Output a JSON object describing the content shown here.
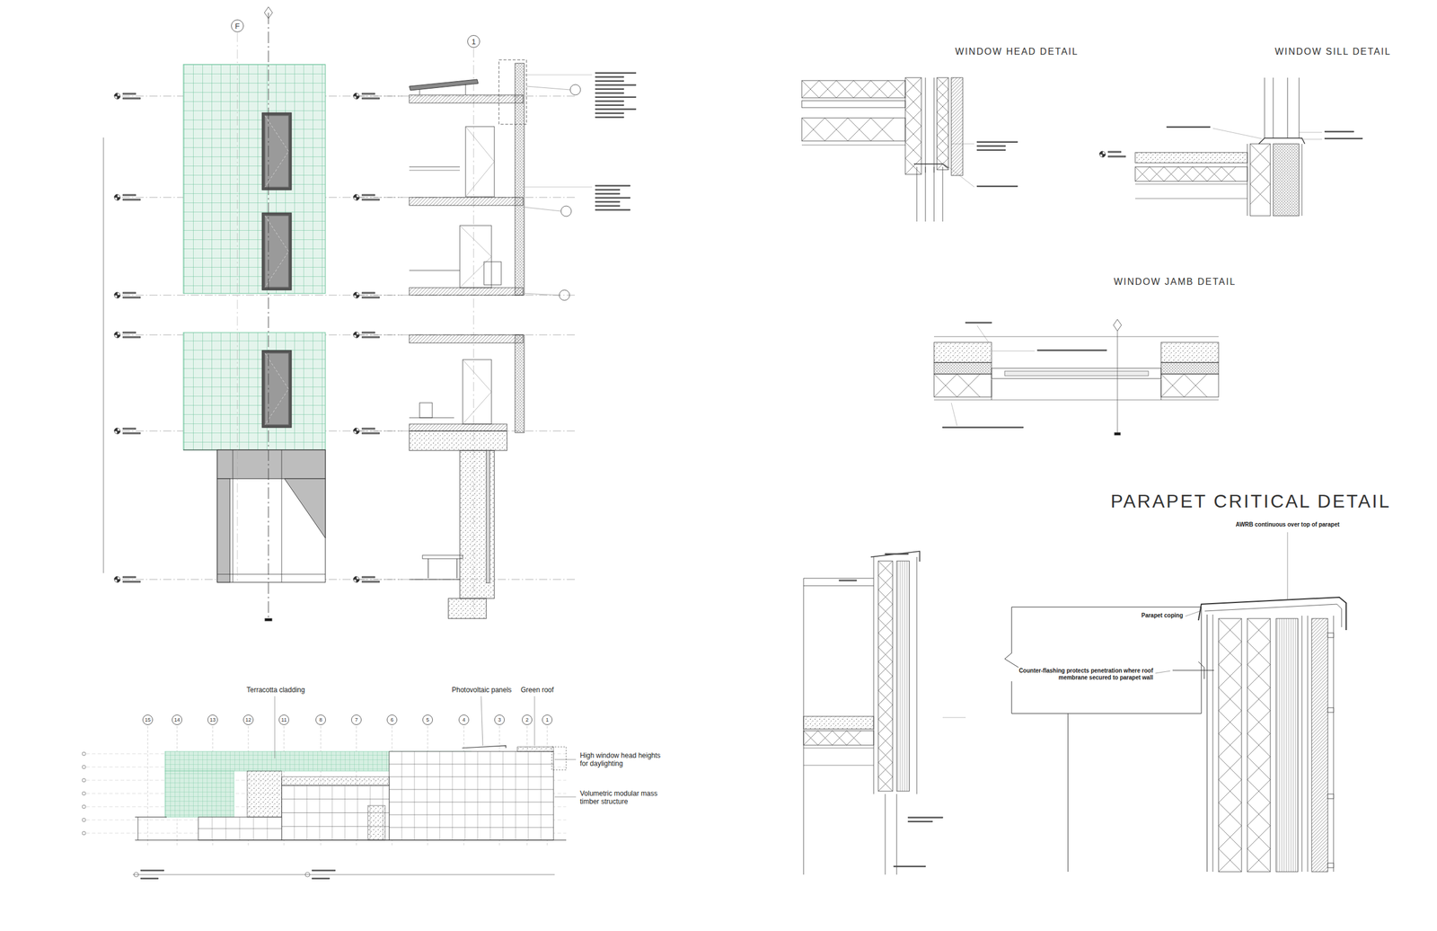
{
  "diagram": {
    "nodes": [
      {
        "text": [
          "F"
        ]
      },
      {
        "text": [
          "1"
        ]
      },
      {
        "text": [
          "15"
        ]
      },
      {
        "text": [
          "14"
        ]
      },
      {
        "text": [
          "13"
        ]
      },
      {
        "text": [
          "12"
        ]
      },
      {
        "text": [
          "11"
        ]
      },
      {
        "text": [
          "8"
        ]
      },
      {
        "text": [
          "7"
        ]
      },
      {
        "text": [
          "6"
        ]
      },
      {
        "text": [
          "5"
        ]
      },
      {
        "text": [
          "4"
        ]
      },
      {
        "text": [
          "3"
        ]
      },
      {
        "text": [
          "2"
        ]
      },
      {
        "text": [
          "1"
        ]
      }
    ],
    "labels": [
      "WINDOW HEAD DETAIL",
      "WINDOW SILL DETAIL",
      "WINDOW JAMB DETAIL",
      "PARAPET CRITICAL DETAIL",
      "AWRB continuous over top of parapet",
      "Parapet coping",
      "Counter-flashing protects penetration where roof membrane secured to parapet wall",
      "Terracotta cladding",
      "Photovoltaic panels",
      "Green roof",
      "High window head heights for daylighting",
      "Volumetric modular mass timber structure"
    ]
  }
}
